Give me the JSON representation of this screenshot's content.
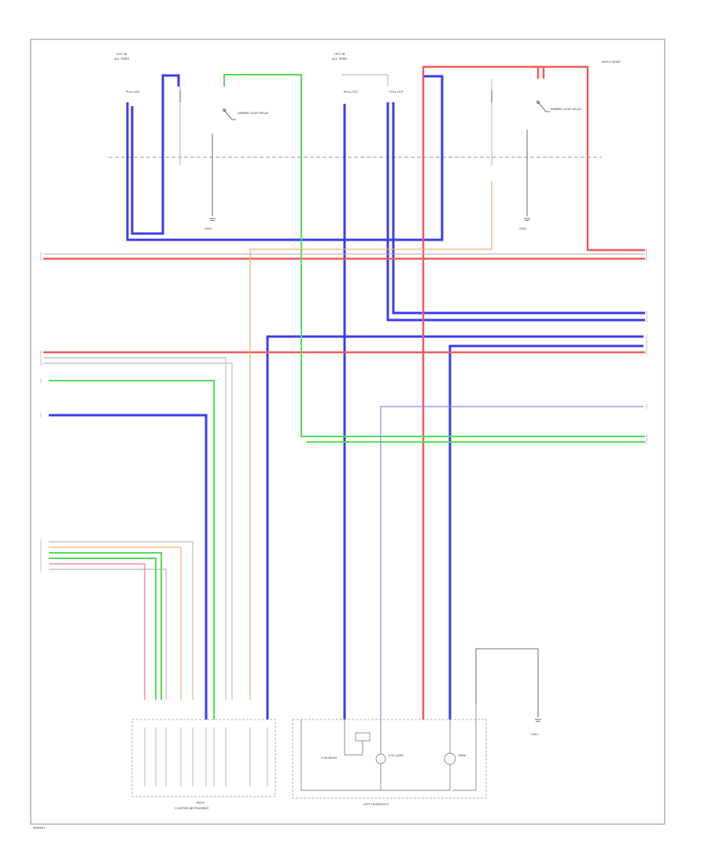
{
  "colors": {
    "blue": "#3b3bf0",
    "red": "#f25a5a",
    "green": "#55dd55",
    "orange": "#f0b070",
    "pink": "#f07aa0",
    "gray": "#aaaaaa",
    "black": "#333333"
  },
  "labels": {
    "hot_left": "HOT IN",
    "hot_left_sub": "ALL TIMES",
    "hot_center": "HOT IN",
    "hot_center_sub": "ALL TIMES",
    "top_right_note": "WITH FRONT",
    "fuse_1": "PULL-OUT",
    "fuse_2": "PULL-OUT",
    "fuse_3": "PULL-OUT",
    "relay_1": "DIMMER LIGHT RELAY",
    "relay_2": "DIMMER LIGHT RELAY",
    "ground_1": "G401",
    "ground_2": "G501",
    "ground_3": "G301",
    "module_title": "B015",
    "module_sub": "CLUSTER INSTRUMENT",
    "headlight_title": "LEFT HEADLIGHT",
    "beam_label": "LOW BEAM",
    "fog_label": "FOG LAMP",
    "park_label": "PARK",
    "footer_code": "W09001"
  }
}
